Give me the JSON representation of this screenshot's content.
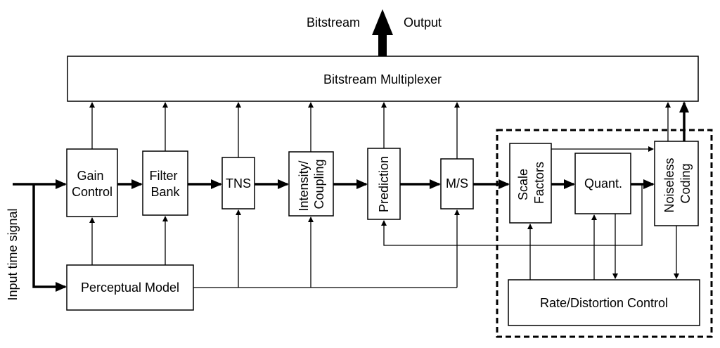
{
  "top_labels": {
    "left": "Bitstream",
    "right": "Output"
  },
  "blocks": {
    "multiplexer": "Bitstream Multiplexer",
    "gain_control": [
      "Gain",
      "Control"
    ],
    "filter_bank": [
      "Filter",
      "Bank"
    ],
    "tns": "TNS",
    "intensity_coupling": [
      "Intensity/",
      "Coupling"
    ],
    "prediction": "Prediction",
    "ms": "M/S",
    "scale_factors": [
      "Scale",
      "Factors"
    ],
    "quant": "Quant.",
    "noiseless_coding": [
      "Noiseless",
      "Coding"
    ],
    "perceptual_model": "Perceptual Model",
    "rate_distortion": "Rate/Distortion Control"
  },
  "input_label": "Input time signal"
}
